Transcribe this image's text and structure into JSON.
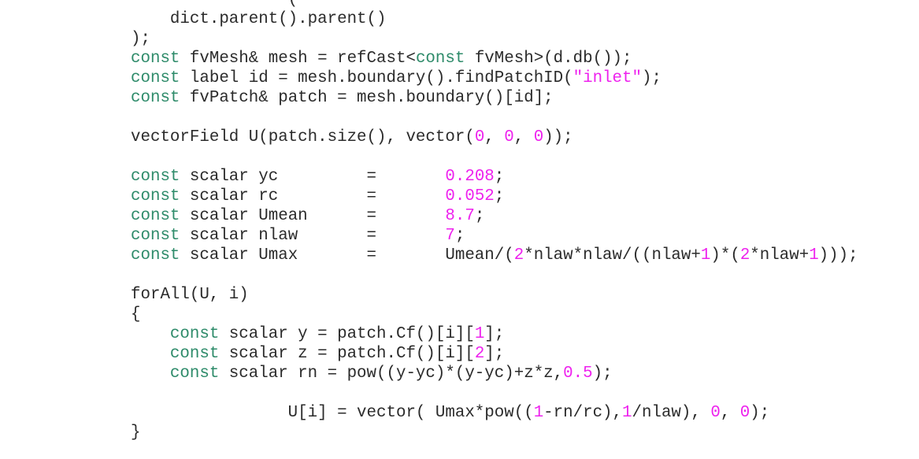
{
  "editor": {
    "colors": {
      "keyword": "#2e8b6a",
      "literal": "#ee22ee",
      "text": "#2b2b2b"
    },
    "lines": [
      [
        [
          "p",
          "                ("
        ]
      ],
      [
        [
          "p",
          "    dict.parent().parent()"
        ]
      ],
      [
        [
          "p",
          ");"
        ]
      ],
      [
        [
          "k",
          "const"
        ],
        [
          "p",
          " fvMesh& mesh = refCast<"
        ],
        [
          "k",
          "const"
        ],
        [
          "p",
          " fvMesh>(d.db());"
        ]
      ],
      [
        [
          "k",
          "const"
        ],
        [
          "p",
          " label id = mesh.boundary().findPatchID("
        ],
        [
          "n",
          "\"inlet\""
        ],
        [
          "p",
          ");"
        ]
      ],
      [
        [
          "k",
          "const"
        ],
        [
          "p",
          " fvPatch& patch = mesh.boundary()[id];"
        ]
      ],
      [],
      [
        [
          "p",
          "vectorField U(patch.size(), vector("
        ],
        [
          "n",
          "0"
        ],
        [
          "p",
          ", "
        ],
        [
          "n",
          "0"
        ],
        [
          "p",
          ", "
        ],
        [
          "n",
          "0"
        ],
        [
          "p",
          "));"
        ]
      ],
      [],
      [
        [
          "k",
          "const"
        ],
        [
          "p",
          " scalar yc         =       "
        ],
        [
          "n",
          "0.208"
        ],
        [
          "p",
          ";"
        ]
      ],
      [
        [
          "k",
          "const"
        ],
        [
          "p",
          " scalar rc         =       "
        ],
        [
          "n",
          "0.052"
        ],
        [
          "p",
          ";"
        ]
      ],
      [
        [
          "k",
          "const"
        ],
        [
          "p",
          " scalar Umean      =       "
        ],
        [
          "n",
          "8.7"
        ],
        [
          "p",
          ";"
        ]
      ],
      [
        [
          "k",
          "const"
        ],
        [
          "p",
          " scalar nlaw       =       "
        ],
        [
          "n",
          "7"
        ],
        [
          "p",
          ";"
        ]
      ],
      [
        [
          "k",
          "const"
        ],
        [
          "p",
          " scalar Umax       =       Umean/("
        ],
        [
          "n",
          "2"
        ],
        [
          "p",
          "*nlaw*nlaw/((nlaw+"
        ],
        [
          "n",
          "1"
        ],
        [
          "p",
          ")*("
        ],
        [
          "n",
          "2"
        ],
        [
          "p",
          "*nlaw+"
        ],
        [
          "n",
          "1"
        ],
        [
          "p",
          ")));"
        ]
      ],
      [],
      [
        [
          "p",
          "forAll(U, i)"
        ]
      ],
      [
        [
          "p",
          "{"
        ]
      ],
      [
        [
          "p",
          "    "
        ],
        [
          "k",
          "const"
        ],
        [
          "p",
          " scalar y = patch.Cf()[i]["
        ],
        [
          "n",
          "1"
        ],
        [
          "p",
          "];"
        ]
      ],
      [
        [
          "p",
          "    "
        ],
        [
          "k",
          "const"
        ],
        [
          "p",
          " scalar z = patch.Cf()[i]["
        ],
        [
          "n",
          "2"
        ],
        [
          "p",
          "];"
        ]
      ],
      [
        [
          "p",
          "    "
        ],
        [
          "k",
          "const"
        ],
        [
          "p",
          " scalar rn = pow((y-yc)*(y-yc)+z*z,"
        ],
        [
          "n",
          "0.5"
        ],
        [
          "p",
          ");"
        ]
      ],
      [],
      [
        [
          "p",
          "                U[i] = vector( Umax*pow(("
        ],
        [
          "n",
          "1"
        ],
        [
          "p",
          "-rn/rc),"
        ],
        [
          "n",
          "1"
        ],
        [
          "p",
          "/nlaw), "
        ],
        [
          "n",
          "0"
        ],
        [
          "p",
          ", "
        ],
        [
          "n",
          "0"
        ],
        [
          "p",
          ");"
        ]
      ],
      [
        [
          "p",
          "}"
        ]
      ]
    ]
  }
}
